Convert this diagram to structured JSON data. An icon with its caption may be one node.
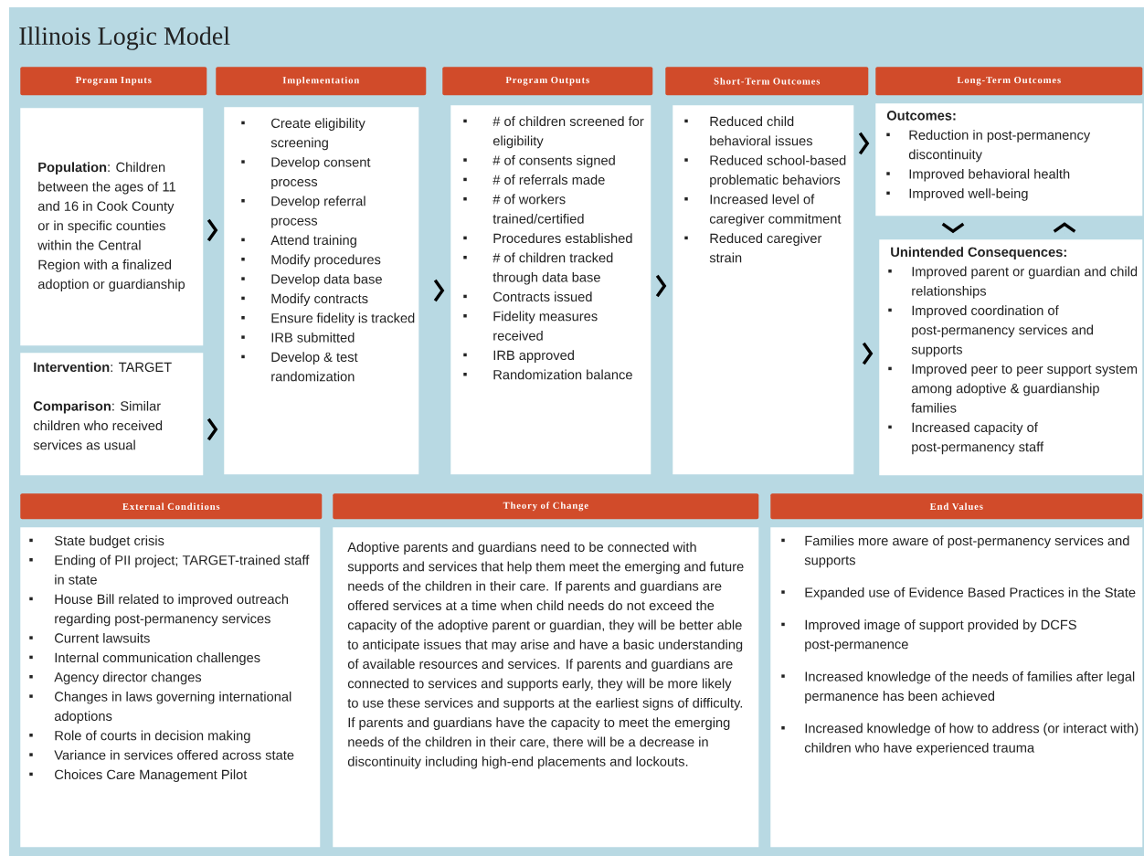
{
  "diagram": {
    "title": "Illinois Logic Model",
    "nodes": [
      {
        "text": [
          "Program Inputs"
        ]
      },
      {
        "text": [
          "**Population**: Children between the ages of 11 and 16 in Cook County or in specific counties within the Central Region with a finalized adoption or guardianship"
        ]
      },
      {
        "text": [
          "**Intervention**: TARGET",
          "**Comparison**: Similar children who received services as usual"
        ]
      },
      {
        "text": [
          "Implementation"
        ]
      },
      {
        "text": [
          "Create eligibility screening",
          "Develop consent process",
          "Develop referral process",
          "Attend training",
          "Modify procedures",
          "Develop data base",
          "Modify contracts",
          "Ensure fidelity is tracked",
          "IRB submitted",
          "Develop & test randomization"
        ]
      },
      {
        "text": [
          "Program Outputs"
        ]
      },
      {
        "text": [
          "# of children screened for eligibility",
          "# of consents signed",
          "# of referrals made",
          "# of workers trained/certified",
          "Procedures established",
          "# of children tracked through data base",
          "Contracts issued",
          "Fidelity measures received",
          "IRB approved",
          "Randomization balance"
        ]
      },
      {
        "text": [
          "Short-Term Outcomes"
        ]
      },
      {
        "text": [
          "Reduced child behavioral issues",
          "Reduced school-based problematic behaviors",
          "Increased level of caregiver commitment",
          "Reduced caregiver strain"
        ]
      },
      {
        "text": [
          "Long-Term Outcomes"
        ]
      },
      {
        "text": [
          "Outcomes:",
          "Reduction in post-permanency discontinuity",
          "Improved behavioral health",
          "Improved well-being"
        ]
      },
      {
        "text": [
          "Unintended Consequences:",
          "Improved parent or guardian and child relationships",
          "Improved coordination of post-permanency services and supports",
          "Improved peer to peer support system among adoptive & guardianship families",
          "Increased capacity of post-permanency staff"
        ]
      },
      {
        "text": [
          "External Conditions"
        ]
      },
      {
        "text": [
          "State budget crisis",
          "Ending of PII project; TARGET-trained staff in state",
          "House Bill related to improved outreach regarding post-permanency services",
          "Current lawsuits",
          "Internal communication challenges",
          "Agency director changes",
          "Changes in laws governing international adoptions",
          "Role of courts in decision making",
          "Variance in services offered across state",
          "Choices Care Management Pilot"
        ]
      },
      {
        "text": [
          "Theory of Change"
        ]
      },
      {
        "text": [
          "Adoptive parents and guardians need to be connected with supports and services that help them meet the emerging and future needs of the children in their care. If parents and guardians are offered services at a time when child needs do not exceed the capacity of the adoptive parent or guardian, they will be better able to anticipate issues that may arise and have a basic understanding of available resources and services. If parents and guardians are connected to services and supports early, they will be more likely to use these services and supports at the earliest signs of difficulty. If parents and guardians have the capacity to meet the emerging needs of the children in their care, there will be a decrease in discontinuity including high-end placements and lockouts."
        ]
      },
      {
        "text": [
          "End Values"
        ]
      },
      {
        "text": [
          "Families more aware of post-permanency services and supports",
          "Expanded use of Evidence Based Practices in the State",
          "Improved image of support provided by DCFS post-permanence",
          "Increased knowledge of the needs of families after legal permanence has been achieved",
          "Increased knowledge of how to address (or interact with) children who have experienced trauma"
        ]
      }
    ],
    "edges": [
      {
        "from": 1,
        "to": 4,
        "arrow": "to"
      },
      {
        "from": 2,
        "to": 4,
        "arrow": "to"
      },
      {
        "from": 4,
        "to": 6,
        "arrow": "to"
      },
      {
        "from": 6,
        "to": 8,
        "arrow": "to"
      },
      {
        "from": 8,
        "to": 10,
        "arrow": "to"
      },
      {
        "from": 8,
        "to": 11,
        "arrow": "to"
      },
      {
        "from": 10,
        "to": 11,
        "arrow": "to"
      },
      {
        "from": 11,
        "to": 10,
        "arrow": "to"
      }
    ]
  }
}
